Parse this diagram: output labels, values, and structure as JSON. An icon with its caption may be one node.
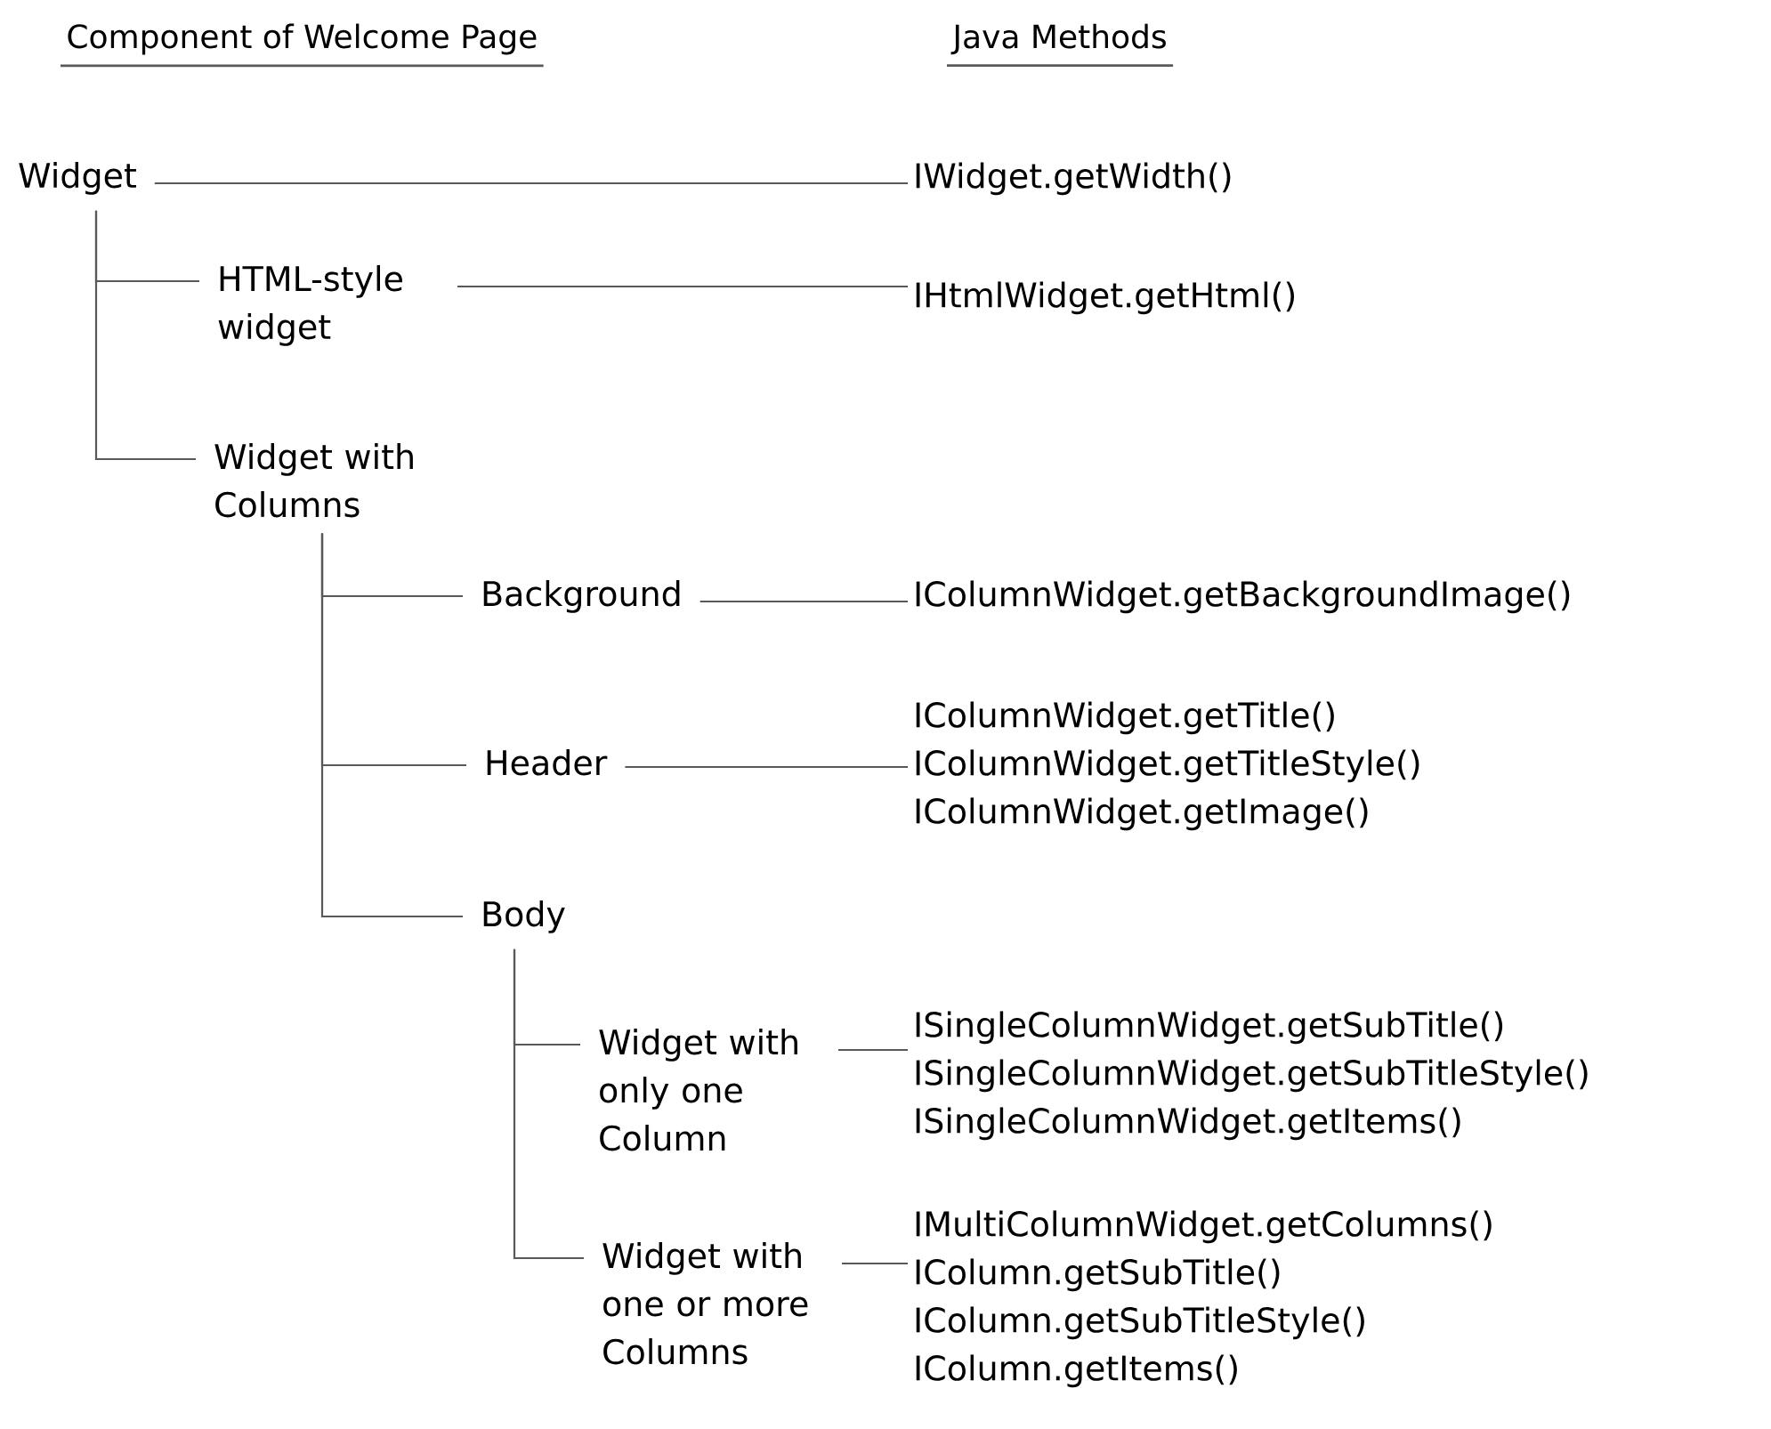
{
  "diagram": {
    "nodes": [
      {
        "text": [
          "Widget"
        ]
      },
      {
        "text": [
          "HTML-style widget"
        ]
      },
      {
        "text": [
          "Widget with Columns"
        ]
      },
      {
        "text": [
          "Background"
        ]
      },
      {
        "text": [
          "Header"
        ]
      },
      {
        "text": [
          "Body"
        ]
      },
      {
        "text": [
          "Widget with only one Column"
        ]
      },
      {
        "text": [
          "Widget with one or more Columns"
        ]
      },
      {
        "text": [
          "IWidget.getWidth()"
        ]
      },
      {
        "text": [
          "IHtmlWidget.getHtml()"
        ]
      },
      {
        "text": [
          "IColumnWidget.getBackgroundImage()"
        ]
      },
      {
        "text": [
          "IColumnWidget.getTitle()",
          "IColumnWidget.getTitleStyle()",
          "IColumnWidget.getImage()"
        ]
      },
      {
        "text": [
          "ISingleColumnWidget.getSubTitle()",
          "ISingleColumnWidget.getSubTitleStyle()",
          "ISingleColumnWidget.getItems()"
        ]
      },
      {
        "text": [
          "IMultiColumnWidget.getColumns()",
          "IColumn.getSubTitle()",
          "IColumn.getSubTitleStyle()",
          "IColumn.getItems()"
        ]
      }
    ],
    "edges": [
      {
        "from": 0,
        "to": 1,
        "arrow": "none"
      },
      {
        "from": 0,
        "to": 2,
        "arrow": "none"
      },
      {
        "from": 2,
        "to": 3,
        "arrow": "none"
      },
      {
        "from": 2,
        "to": 4,
        "arrow": "none"
      },
      {
        "from": 2,
        "to": 5,
        "arrow": "none"
      },
      {
        "from": 5,
        "to": 6,
        "arrow": "none"
      },
      {
        "from": 5,
        "to": 7,
        "arrow": "none"
      },
      {
        "from": 0,
        "to": 8,
        "arrow": "none"
      },
      {
        "from": 1,
        "to": 9,
        "arrow": "none"
      },
      {
        "from": 3,
        "to": 10,
        "arrow": "none"
      },
      {
        "from": 4,
        "to": 11,
        "arrow": "none"
      },
      {
        "from": 6,
        "to": 12,
        "arrow": "none"
      },
      {
        "from": 7,
        "to": 13,
        "arrow": "none"
      }
    ],
    "labels": [
      "Component of Welcome Page",
      "Java Methods"
    ]
  }
}
